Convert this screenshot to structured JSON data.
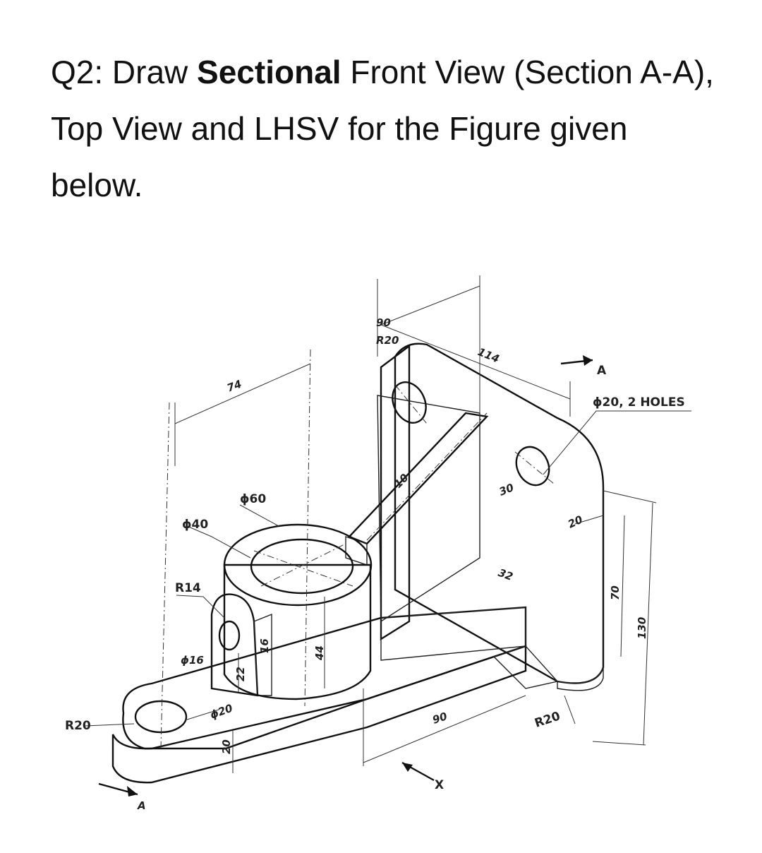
{
  "question": {
    "prefix": "Q2: Draw ",
    "emphasis": "Sectional",
    "suffix": " Front View (Section A-A), Top View and LHSV for the Figure given below."
  },
  "dimensions": {
    "d90_top": "90",
    "r20_top": "R20",
    "d114": "114",
    "d74": "74",
    "section_a_top": "A",
    "holes_note": "ϕ20, 2 HOLES",
    "phi60": "ϕ60",
    "phi40": "ϕ40",
    "d10_rib": "10",
    "d30": "30",
    "d20_side": "20",
    "d32": "32",
    "r14": "R14",
    "phi16": "ϕ16",
    "d22": "22",
    "d16": "16",
    "d44": "44",
    "d70": "70",
    "d130": "130",
    "r20_left": "R20",
    "phi20_base": "ϕ20",
    "d20_base": "20",
    "d90_bottom": "90",
    "r20_bottom": "R20",
    "x_label": "X",
    "section_a_bottom": "A"
  }
}
